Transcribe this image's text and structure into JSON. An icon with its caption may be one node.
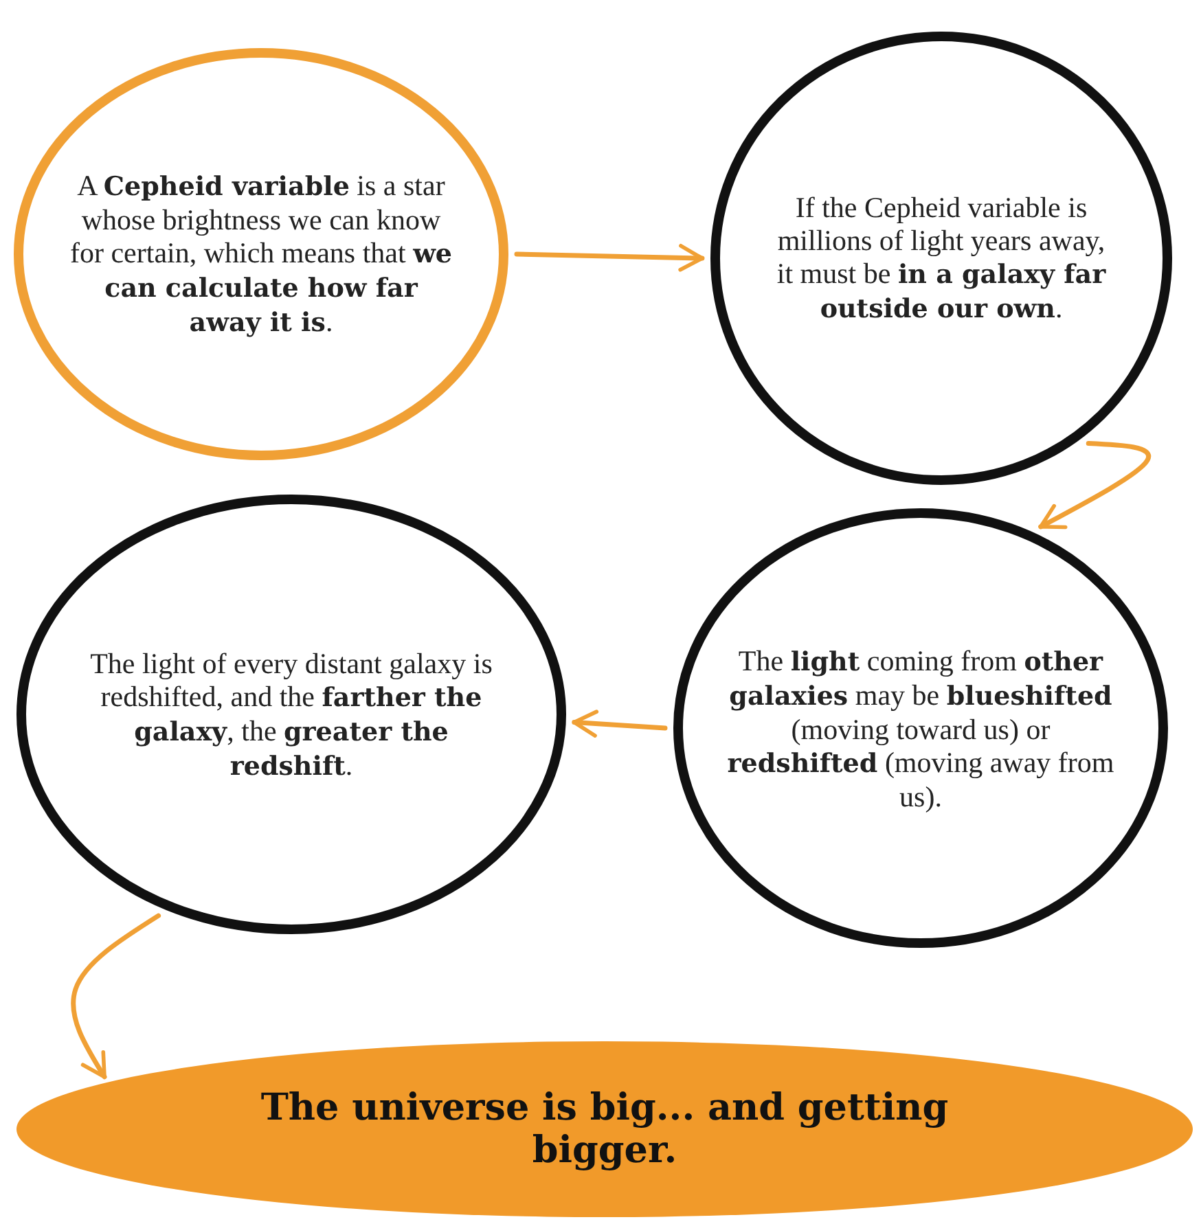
{
  "diagram": {
    "nodes": [
      {
        "text": [
          "A **Cepheid variable** is a star whose brightness we can know for certain, which means that **we can calculate how far away it is**."
        ]
      },
      {
        "text": [
          "If the Cepheid variable is millions of light years away, it must be **in a galaxy far outside our own**."
        ]
      },
      {
        "text": [
          "The **light** coming from **other galaxies** may be **blueshifted** (moving toward us) or **redshifted** (moving away from us)."
        ]
      },
      {
        "text": [
          "The light of every distant galaxy is redshifted, and the **farther the galaxy**, the **greater the redshift**."
        ]
      },
      {
        "text": [
          "The universe is big... and getting bigger."
        ]
      }
    ],
    "edges": [
      {
        "from": 0,
        "to": 1,
        "arrow": "to"
      },
      {
        "from": 1,
        "to": 2,
        "arrow": "to"
      },
      {
        "from": 2,
        "to": 3,
        "arrow": "to"
      },
      {
        "from": 3,
        "to": 4,
        "arrow": "to"
      }
    ]
  }
}
